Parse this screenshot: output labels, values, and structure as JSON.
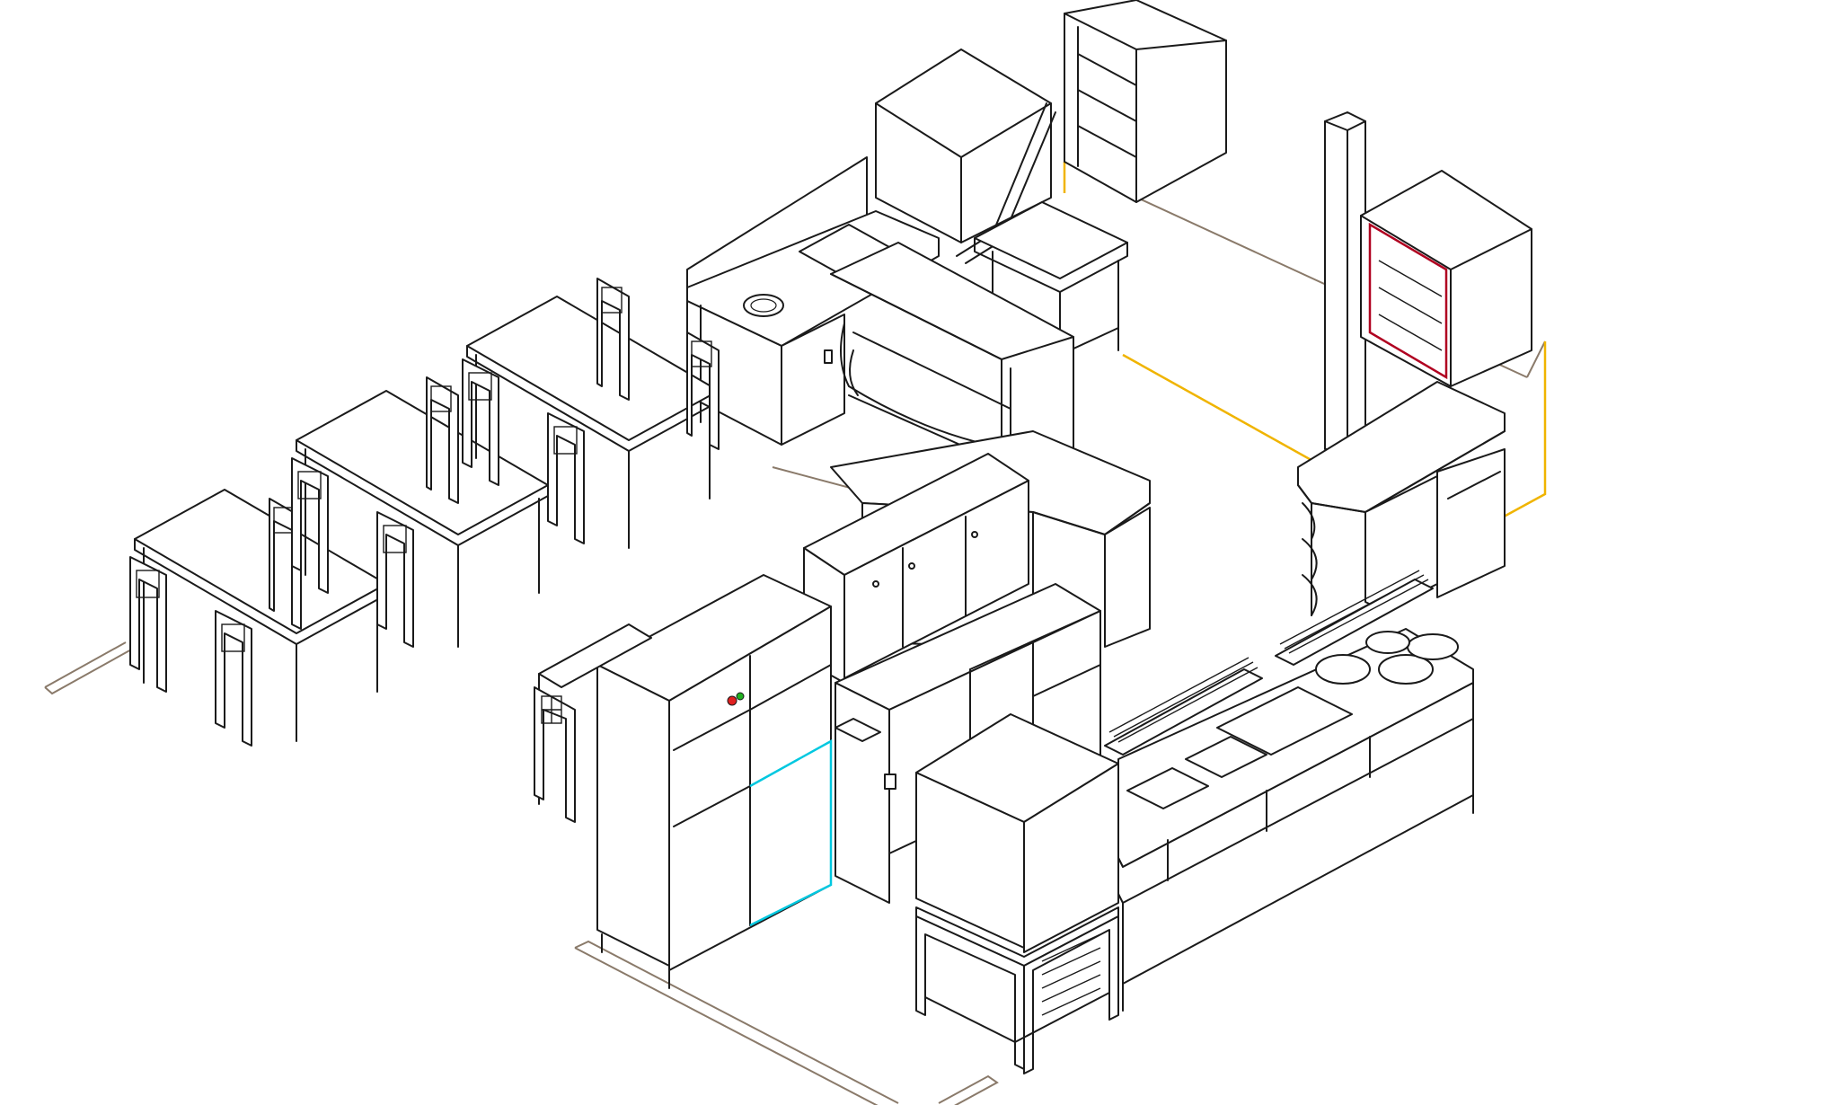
{
  "drawing": {
    "view": "isometric",
    "style": "line drawing",
    "colors": {
      "line": "#1a1a1a",
      "background": "#ffffff",
      "floor_outline": "#8a7a6a",
      "wall_line_yellow": "#f0b400",
      "highlight_cyan": "#00c8e0",
      "highlight_red": "#b00020",
      "led_red": "#e02020",
      "led_green": "#20b020"
    }
  },
  "items": [
    {
      "id": "dining-table-1",
      "icon": "table-icon"
    },
    {
      "id": "dining-table-2",
      "icon": "table-icon"
    },
    {
      "id": "dining-table-3",
      "icon": "table-icon"
    },
    {
      "id": "small-table",
      "icon": "table-icon"
    },
    {
      "id": "refrigerator",
      "icon": "fridge-icon"
    },
    {
      "id": "combi-oven",
      "icon": "oven-icon"
    },
    {
      "id": "cooking-line",
      "icon": "stove-icon"
    },
    {
      "id": "bar-counter",
      "icon": "counter-icon"
    },
    {
      "id": "shelving-unit",
      "icon": "shelf-icon"
    },
    {
      "id": "display-cabinet",
      "icon": "display-icon"
    },
    {
      "id": "column",
      "icon": "column-icon"
    }
  ]
}
